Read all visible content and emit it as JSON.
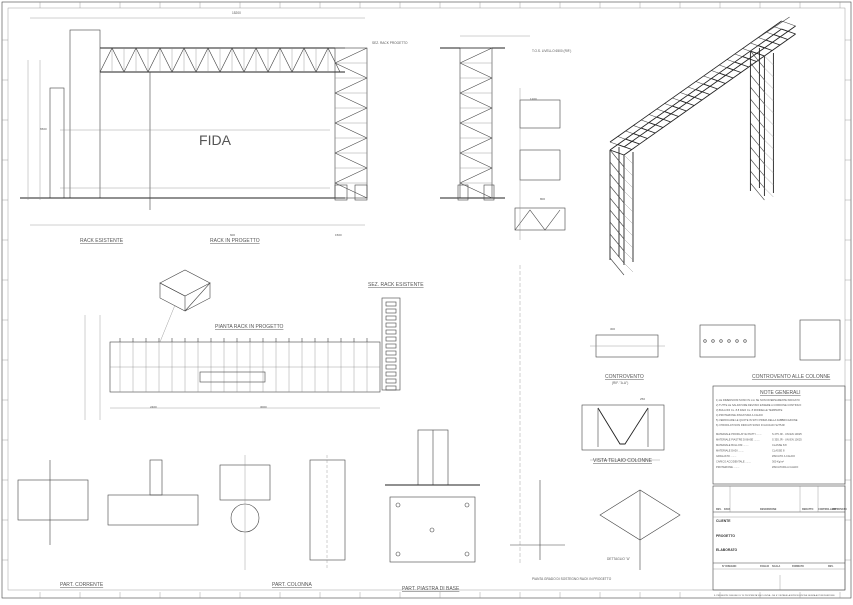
{
  "views": {
    "rack_existing": "RACK ESISTENTE",
    "rack_project": "RACK IN PROGETTO",
    "big_label": "FIDA",
    "section_project": "SEZ. RACK PROGETTO",
    "top_level": "T.O.S. LIVELLO 6500 (RIF.)",
    "plan_project": "PIANTA RACK IN PROGETTO",
    "section_existing": "SEZ. RACK ESISTENTE",
    "bracing_detail": "CONTROVENTO",
    "bracing_sub": "(RIF. \"A-A\")",
    "column_bracing": "CONTROVENTO ALLE COLONNE",
    "frame_view": "VISTA TELAIO COLONNE",
    "detail_beam": "PART. CORRENTE",
    "detail_column": "PART. COLONNA",
    "detail_baseplate": "PART. PIASTRA DI BASE",
    "plan_support": "PIANTA GRADO DI SOSTEGNO RACK IN PROGETTO",
    "detail_a": "DETTAGLIO \"A\""
  },
  "notes": {
    "title": "NOTE GENERALI",
    "lines": [
      "1) LE DIMENSIONI SONO IN mm SE NON DIVERSAMENTE INDICATO",
      "2) TUTTE LE SALDATURE DEVONO ESSERE A CORDONE CONTINUO",
      "3) BULLONI CL. 8.8 DADI CL. 8 RONDELLE TEMPRATE",
      "4) PROTEZIONE ZINCATURA A CALDO",
      "5) VERIFICARE LE QUOTE IN SITO PRIMA DELLA FABBRICAZIONE",
      "6) I PROFILATI NON INDICATI SONO IN ACCIAIO S275JR"
    ],
    "materials": [
      {
        "k": "MATERIALE PROFILATI E PIATTI",
        "v": "S 275 JR - UNI EN 10025"
      },
      {
        "k": "MATERIALE PIASTRE DI BASE",
        "v": "S 355 JR - UNI EN 10025"
      },
      {
        "k": "MATERIALE BULLONI",
        "v": "CLASSE 8.8"
      },
      {
        "k": "MATERIALE DADI",
        "v": "CLASSE 8"
      },
      {
        "k": "GRIGLIATO",
        "v": "ZINCATO A CALDO"
      }
    ],
    "extra": [
      {
        "k": "CARICO ACCIDENTALE",
        "v": "300 Kg/m²"
      },
      {
        "k": "PROTEZIONE",
        "v": "ZINCATURA A CALDO"
      }
    ]
  },
  "title_block": {
    "headers": [
      "REV.",
      "DATA",
      "DESCRIZIONE",
      "REDATTO",
      "CONTROLLATO",
      "APPROVATO"
    ],
    "client_label": "CLIENTE",
    "project_label": "PROGETTO",
    "drawing_label": "ELABORATO",
    "bottom_headers": [
      "N° DISEGNO",
      "FOGLIO",
      "SCALA",
      "FORMATO",
      "REV."
    ],
    "footer": "IL PRESENTE DISEGNO E' DI PROPRIETA' ESCLUSIVA - NE E' VIETATA LA RIPRODUZIONE SENZA AUTORIZZAZIONE"
  },
  "dimensions": [
    "15200",
    "2400",
    "3000",
    "1500",
    "6500",
    "600",
    "1200",
    "800",
    "300",
    "250"
  ]
}
